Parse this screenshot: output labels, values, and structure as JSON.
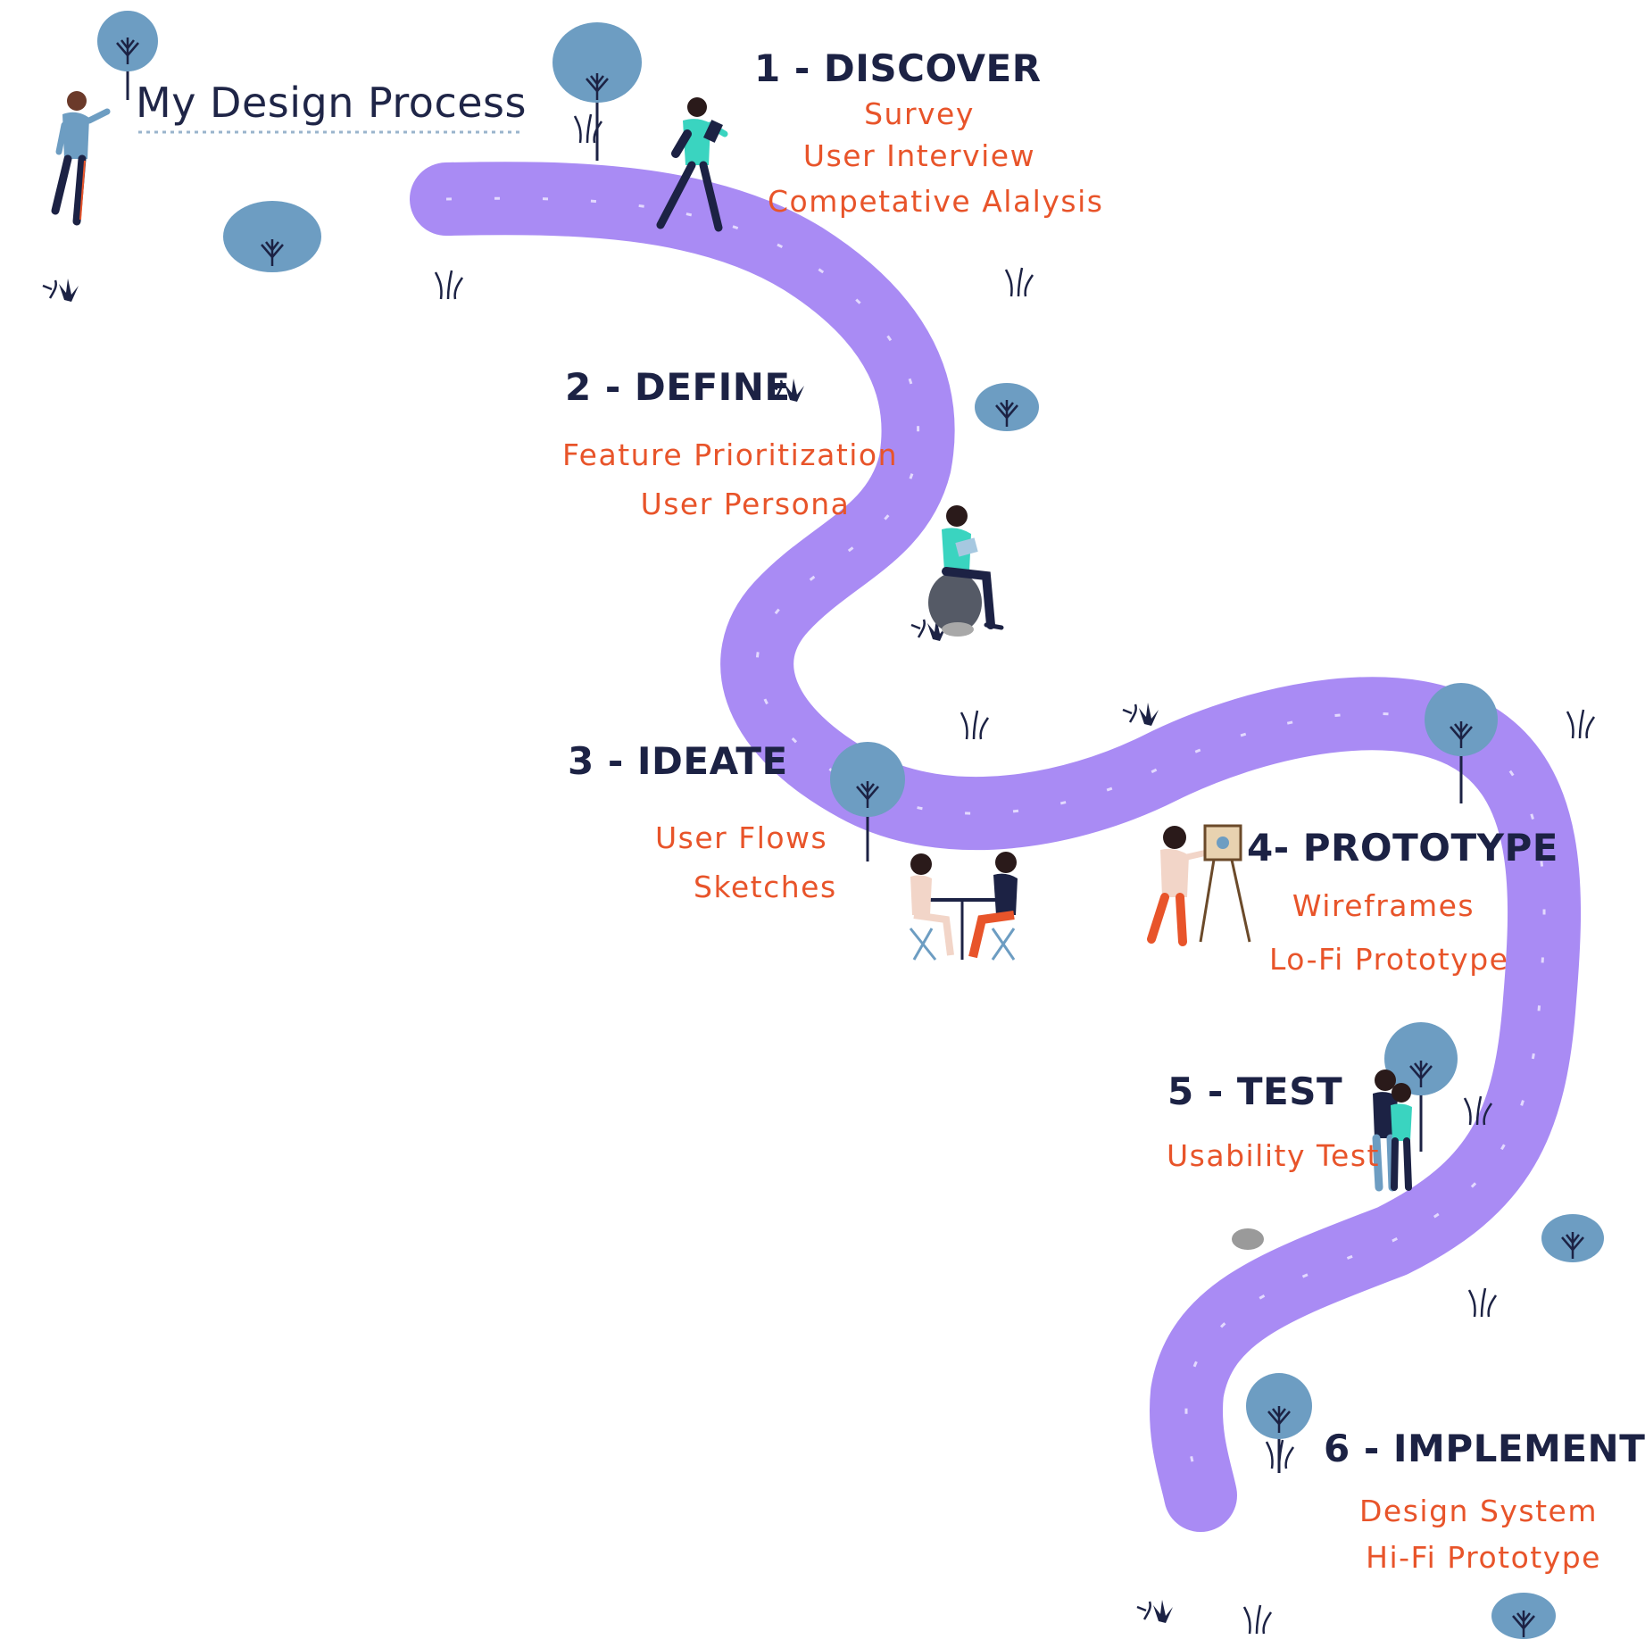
{
  "title": "My Design Process",
  "colors": {
    "path": "#a98bf4",
    "tree": "#6d9dc2",
    "ink": "#1c2244",
    "accent": "#e8542a",
    "rock": "#9a9a9a"
  },
  "steps": [
    {
      "heading": "1 - DISCOVER",
      "items": [
        "Survey",
        "User Interview",
        "Competative Alalysis"
      ]
    },
    {
      "heading": "2 - DEFINE",
      "items": [
        "Feature Prioritization",
        "User Persona"
      ]
    },
    {
      "heading": "3 - IDEATE",
      "items": [
        "User Flows",
        "Sketches"
      ]
    },
    {
      "heading": "4- PROTOTYPE",
      "items": [
        "Wireframes",
        "Lo-Fi Prototype"
      ]
    },
    {
      "heading": "5 - TEST",
      "items": [
        "Usability Test"
      ]
    },
    {
      "heading": "6 - IMPLEMENT",
      "items": [
        "Design System",
        "Hi-Fi Prototype"
      ]
    }
  ],
  "icons": {
    "tree": "tree-icon",
    "grass": "grass-icon",
    "rock": "rock-icon",
    "person": "person-icon"
  }
}
